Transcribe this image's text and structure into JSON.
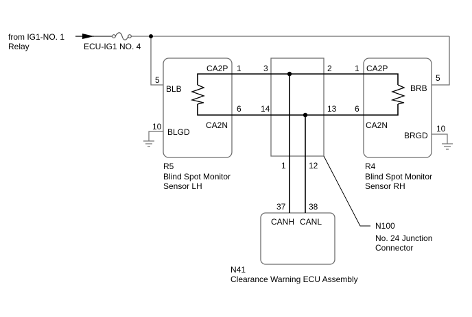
{
  "source": {
    "line1": "from IG1-NO. 1",
    "line2": "Relay"
  },
  "fuse": {
    "label": "ECU-IG1 NO. 4"
  },
  "r5": {
    "code": "R5",
    "name_line1": "Blind Spot Monitor",
    "name_line2": "Sensor LH",
    "pins": {
      "blb_pin": "5",
      "blb": "BLB",
      "blgd_pin": "10",
      "blgd": "BLGD",
      "ca2p_pin": "1",
      "ca2p": "CA2P",
      "ca2n_pin": "6",
      "ca2n": "CA2N"
    }
  },
  "r4": {
    "code": "R4",
    "name_line1": "Blind Spot Monitor",
    "name_line2": "Sensor RH",
    "pins": {
      "brb_pin": "5",
      "brb": "BRB",
      "brgd_pin": "10",
      "brgd": "BRGD",
      "ca2p_pin": "1",
      "ca2p": "CA2P",
      "ca2n_pin": "6",
      "ca2n": "CA2N"
    }
  },
  "n100": {
    "code": "N100",
    "name_line1": "No. 24 Junction",
    "name_line2": "Connector",
    "pins": {
      "p3": "3",
      "p2": "2",
      "p14": "14",
      "p13": "13",
      "p1": "1",
      "p12": "12"
    }
  },
  "n41": {
    "code": "N41",
    "name": "Clearance Warning ECU Assembly",
    "pins": {
      "canh_pin": "37",
      "canh": "CANH",
      "canl_pin": "38",
      "canl": "CANL"
    }
  }
}
